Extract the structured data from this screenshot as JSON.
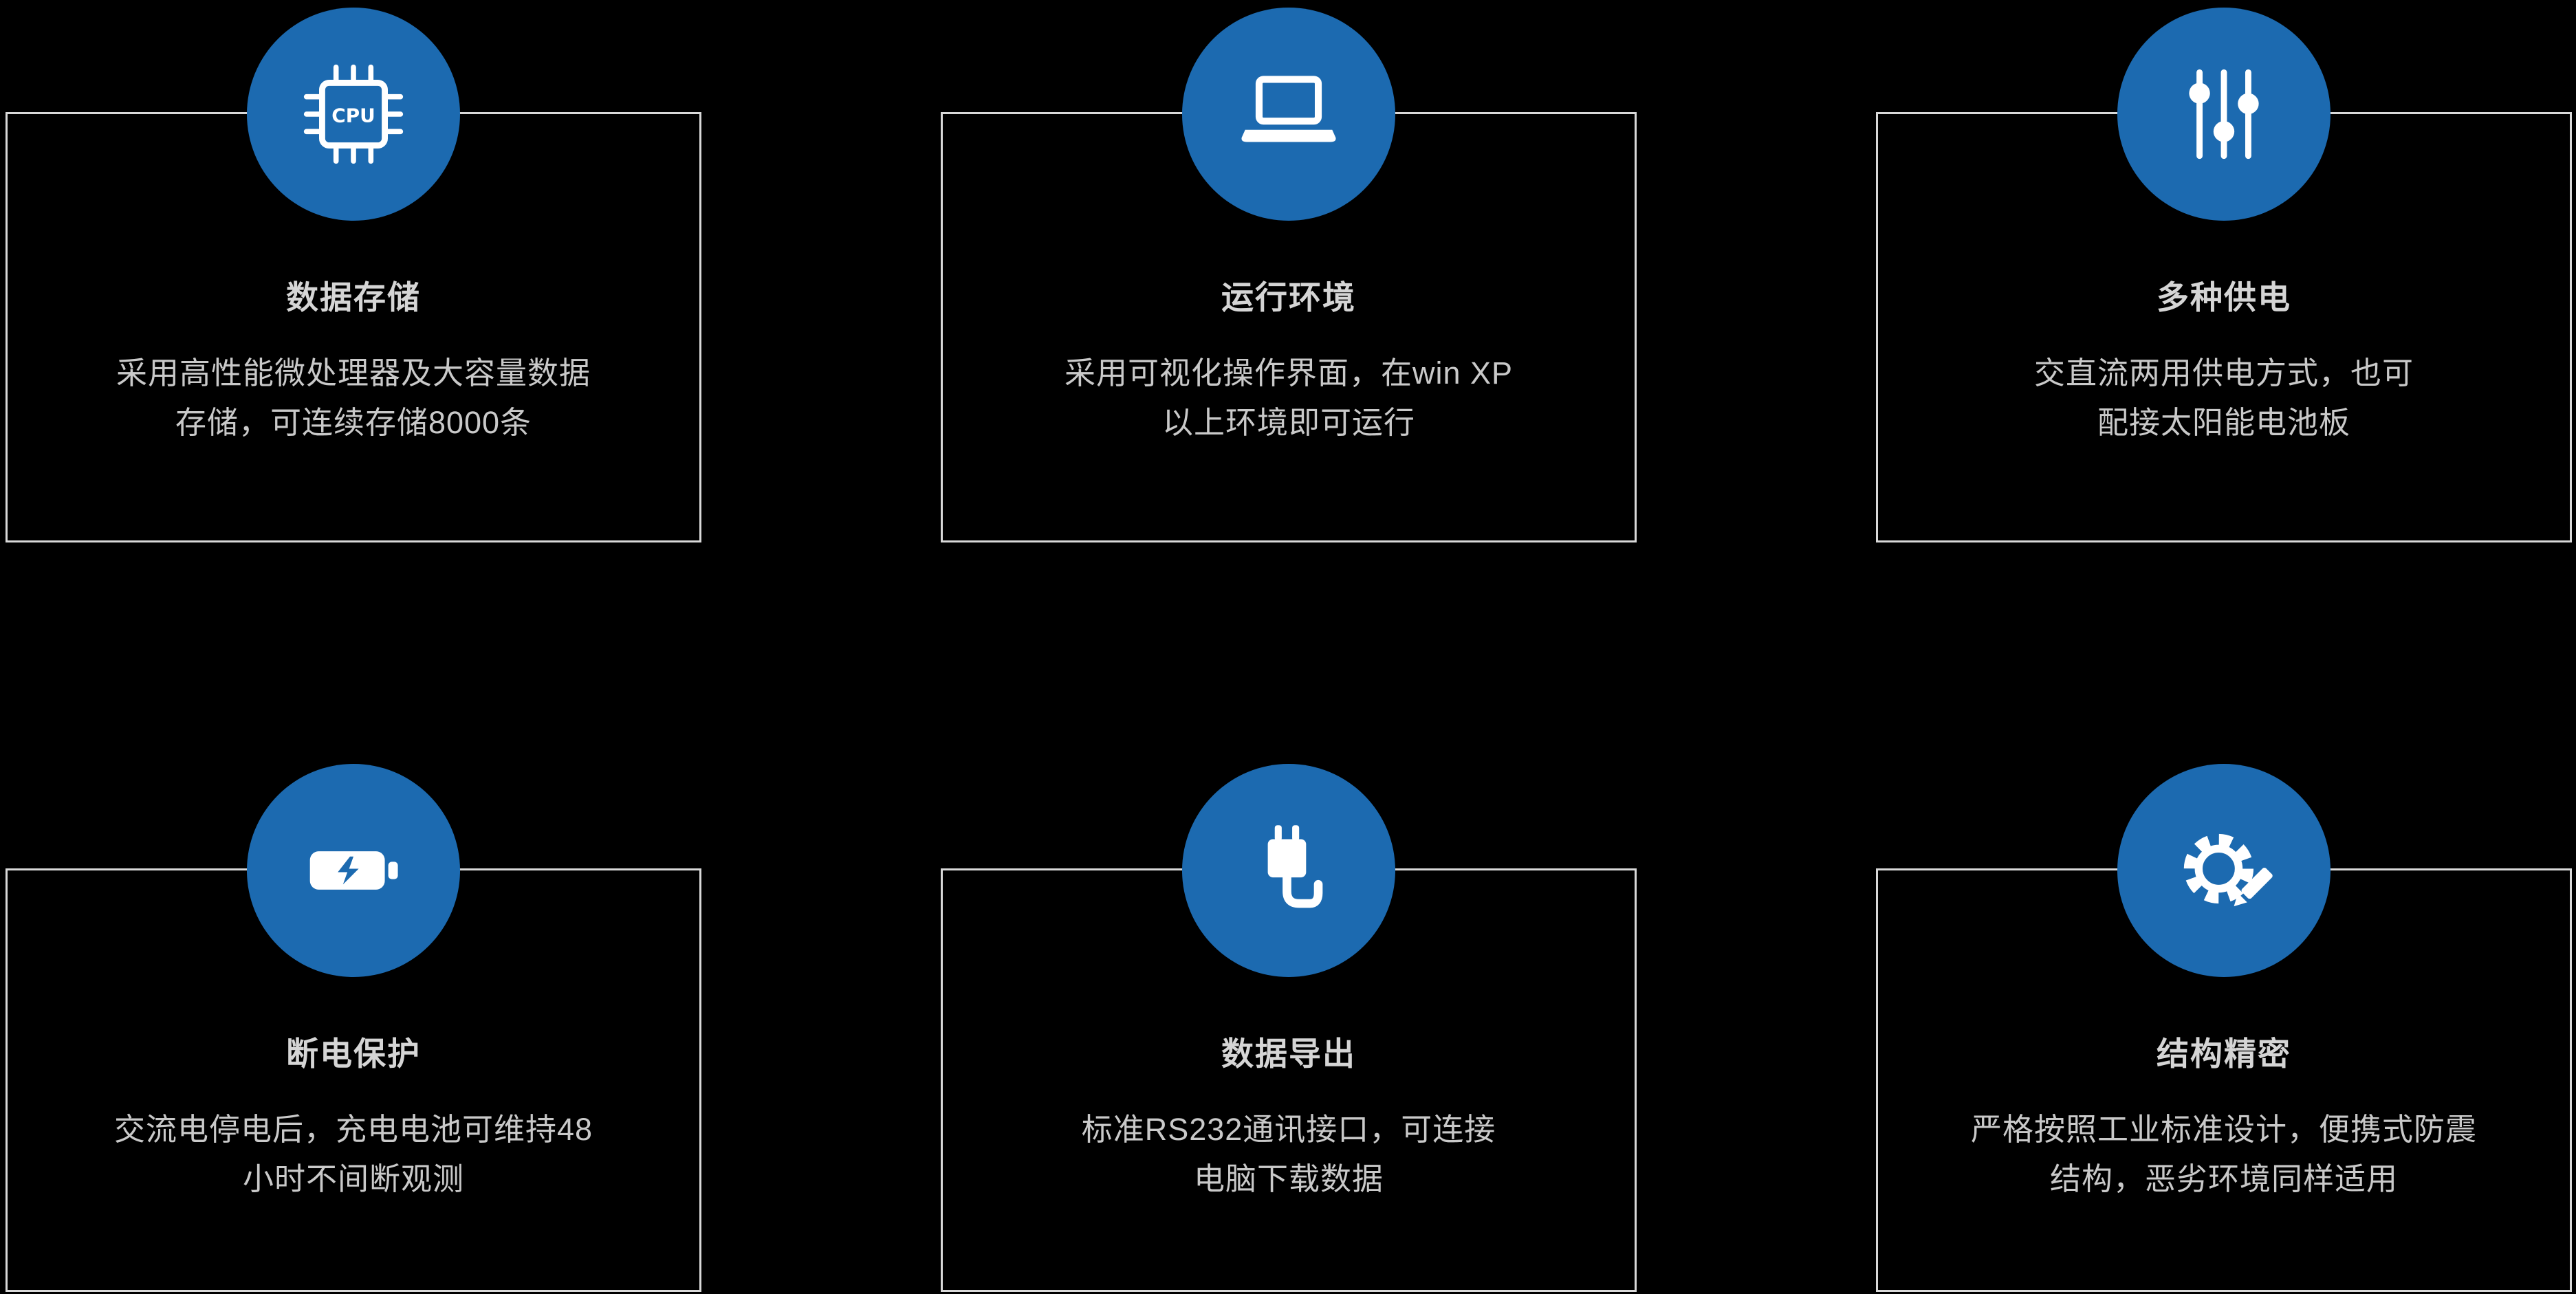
{
  "page": {
    "background_color": "#000000",
    "accent_color": "#1c6ab0",
    "card_border_color": "#d9d9d9",
    "title_text_color": "#d5d5d5",
    "body_text_color": "#c9c9c9"
  },
  "cards": [
    {
      "icon": "cpu-chip-icon",
      "icon_text": "CPU",
      "title": "数据存储",
      "lines": [
        "采用高性能微处理器及大容量数据",
        "存储，可连续存储8000条"
      ]
    },
    {
      "icon": "laptop-icon",
      "title": "运行环境",
      "lines": [
        "采用可视化操作界面，在win XP",
        "以上环境即可运行"
      ]
    },
    {
      "icon": "sliders-icon",
      "title": "多种供电",
      "lines": [
        "交直流两用供电方式，也可",
        "配接太阳能电池板"
      ]
    },
    {
      "icon": "battery-charging-icon",
      "title": "断电保护",
      "lines": [
        "交流电停电后，充电电池可维持48",
        "小时不间断观测"
      ]
    },
    {
      "icon": "usb-plug-icon",
      "title": "数据导出",
      "lines": [
        "标准RS232通讯接口，可连接",
        "电脑下载数据"
      ]
    },
    {
      "icon": "gear-pencil-icon",
      "title": "结构精密",
      "lines": [
        "严格按照工业标准设计，便携式防震",
        "结构，恶劣环境同样适用"
      ]
    }
  ]
}
